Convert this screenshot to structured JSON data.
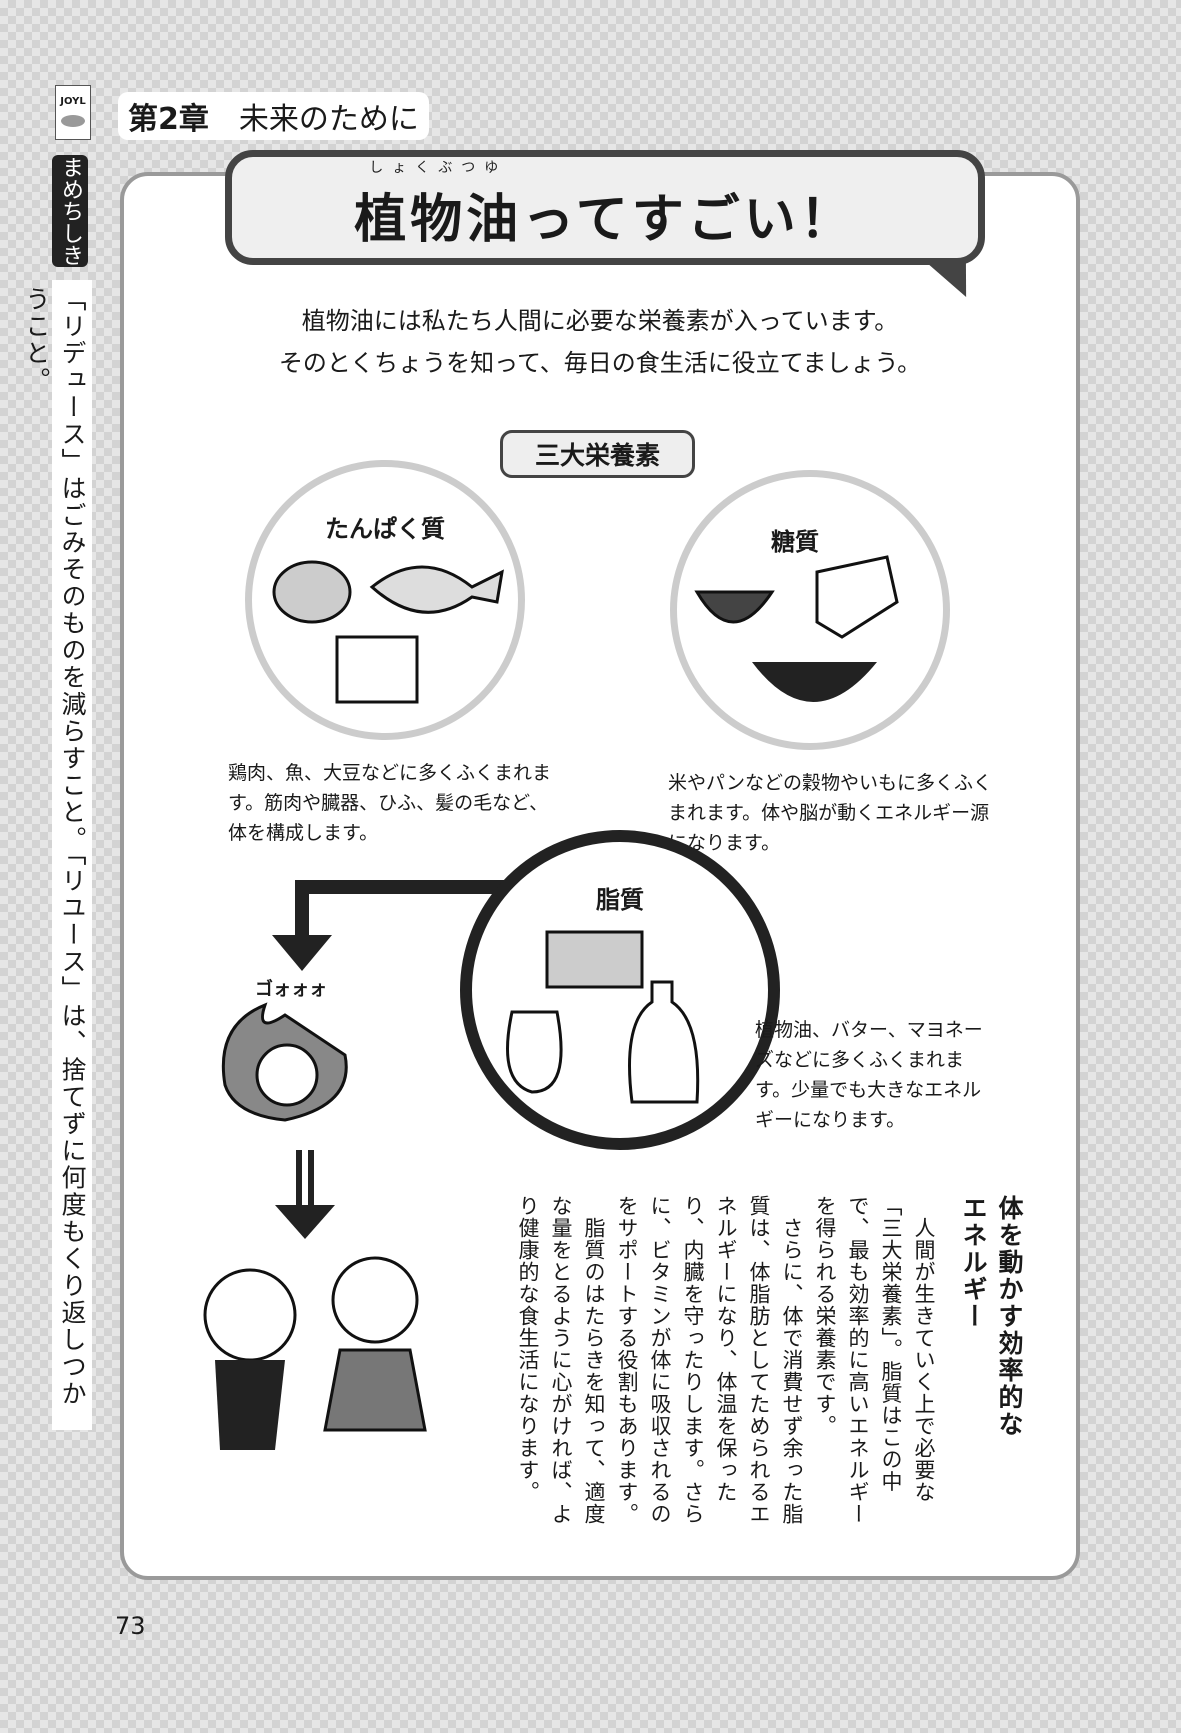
{
  "header": {
    "logo": "JOYL",
    "chapter": "第2章",
    "chapter_title": "未来のために"
  },
  "sidebar": {
    "tag": "まめちしき",
    "text": "「リデュース」はごみそのものを減らすこと。「リユース」は、捨てずに何度もくり返しつかうこと。"
  },
  "title": {
    "text": "植物油ってすごい！",
    "ruby": "しょくぶつゆ"
  },
  "intro": [
    "植物油には私たち人間に必要な栄養素が入っています。",
    "そのとくちょうを知って、毎日の食生活に役立てましょう。"
  ],
  "section_label": "三大栄養素",
  "nutrients": [
    {
      "name": "たんぱく質",
      "caption": "鶏肉、魚、大豆などに多くふくまれます。筋肉や臓器、ひふ、髪の毛など、体を構成します。"
    },
    {
      "name": "糖質",
      "caption": "米やパンなどの穀物やいもに多くふくまれます。体や脳が動くエネルギー源になります。"
    },
    {
      "name": "脂質",
      "caption": "植物油、バター、マヨネーズなどに多くふくまれます。少量でも大きなエネルギーになります。"
    }
  ],
  "illustration": {
    "sound": "ゴォォォ"
  },
  "column": {
    "heading": [
      "体を動かす効率的な",
      "エネルギー"
    ],
    "paragraphs": [
      "　人間が生きていく上で必要な「三大栄養素」。脂質はこの中で、最も効率的に高いエネルギーを得られる栄養素です。",
      "　さらに、体で消費せず余った脂質は、体脂肪としてためられるエネルギーになり、体温を保ったり、内臓を守ったりします。さらに、ビタミンが体に吸収されるのをサポートする役割もあります。",
      "　脂質のはたらきを知って、適度な量をとるように心がければ、より健康的な食生活になります。"
    ]
  },
  "page_number": "73"
}
